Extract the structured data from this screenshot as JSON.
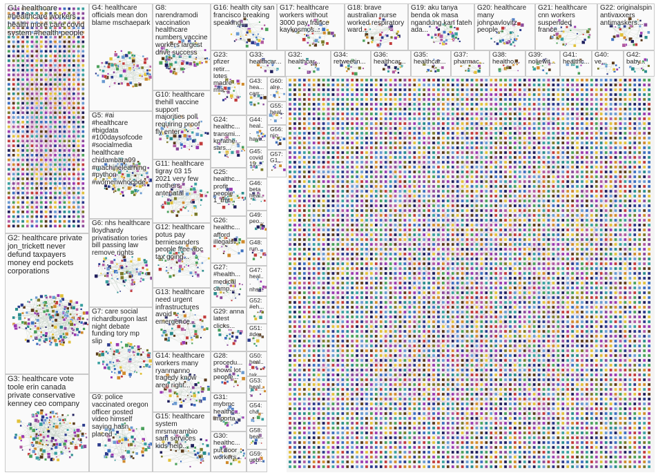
{
  "groups": [
    {
      "id": "G1",
      "text": "G1: healthcare #healthcare workers health more care covid system #health people"
    },
    {
      "id": "G2",
      "text": "G2: healthcare private jon_trickett never defund taxpayers money end pockets corporations"
    },
    {
      "id": "G3",
      "text": "G3: healthcare vote toole erin canada private conservative kenney ceo company"
    },
    {
      "id": "G4",
      "text": "G4: healthcare officials mean don blame mschaepark"
    },
    {
      "id": "G5",
      "text": "G5: #ai #healthcare #bigdata #100daysofcode #socialmedia healthcare chidambara09 #machinelearning #python #womenwhocode"
    },
    {
      "id": "G6",
      "text": "G6: nhs healthcare lloydhardy privatisation tories bill passing law remove rights"
    },
    {
      "id": "G7",
      "text": "G7: care social richardburgon last night debate funding tory mp slip"
    },
    {
      "id": "G8",
      "text": "G8: narendramodi vaccination healthcare numbers vaccine workers largest drive success"
    },
    {
      "id": "G9",
      "text": "G9: police vaccinated oregon officer posted video himself saying hasn placed"
    },
    {
      "id": "G10",
      "text": "G10: healthcare thehill vaccine support majorities poll requiring proof fly enter"
    },
    {
      "id": "G11",
      "text": "G11: healthcare tigray 03 15 2021 very few mothers antenatal"
    },
    {
      "id": "G12",
      "text": "G12: healthcare potus pay berniesanders people free aoc tax going..."
    },
    {
      "id": "G13",
      "text": "G13: healthcare need urgent infrastructures avoid emergence..."
    },
    {
      "id": "G14",
      "text": "G14: healthcare workers many ryanmanno tragedy know aren right..."
    },
    {
      "id": "G15",
      "text": "G15: healthcare system mrsmarambio sam services kids help..."
    },
    {
      "id": "G16",
      "text": "G16: health city san francisco breaking speaking..."
    },
    {
      "id": "G17",
      "text": "G17: healthcare workers without 3000 pay france kaykosmos..."
    },
    {
      "id": "G18",
      "text": "G18: brave australian nurse worked respiratory ward..."
    },
    {
      "id": "G19",
      "text": "G19: aku tanya benda ok masa ngandung kan fateh ada..."
    },
    {
      "id": "G20",
      "text": "G20: healthcare many johnpavlovitz people..."
    },
    {
      "id": "G21",
      "text": "G21: healthcare cnn workers suspended france..."
    },
    {
      "id": "G22",
      "text": "G22: originalspin antivaxxers antimaskers..."
    },
    {
      "id": "G23",
      "text": "G23: pfizer retir... lotes madre mia..."
    },
    {
      "id": "G24",
      "text": "G24: healthc... transmi... kprathe... sars..."
    },
    {
      "id": "G25",
      "text": "G25: healthc... profit people 1_tmt..."
    },
    {
      "id": "G26",
      "text": "G26: healthc... afford illegals..."
    },
    {
      "id": "G27",
      "text": "G27: #health... medical camp..."
    },
    {
      "id": "G28",
      "text": "G28: procedu... shows lot people..."
    },
    {
      "id": "G29",
      "text": "G29: anna latest clicks..."
    },
    {
      "id": "G30",
      "text": "G30: healthc... put floor workers..."
    },
    {
      "id": "G31",
      "text": "G31: mybmc healthc... importa..."
    },
    {
      "id": "G32",
      "text": "G32: healthcar..."
    },
    {
      "id": "G33",
      "text": "G33: healthcar..."
    },
    {
      "id": "G34",
      "text": "G34: retweetin..."
    },
    {
      "id": "G35",
      "text": "G35: healthcar..."
    },
    {
      "id": "G36",
      "text": "G36: healthcar..."
    },
    {
      "id": "G37",
      "text": "G37: pharmac..."
    },
    {
      "id": "G38",
      "text": "G38: healtho..."
    },
    {
      "id": "G39",
      "text": "G39: noliewit..."
    },
    {
      "id": "G40",
      "text": "G40: ve..."
    },
    {
      "id": "G41",
      "text": "G41: healthc..."
    },
    {
      "id": "G42",
      "text": "G42: baby..."
    },
    {
      "id": "G43",
      "text": "G43: hea... carr..."
    },
    {
      "id": "G44",
      "text": "G44: heal... havi..."
    },
    {
      "id": "G45",
      "text": "G45: covid 19..."
    },
    {
      "id": "G46",
      "text": "G46: beta heal..."
    },
    {
      "id": "G47",
      "text": "G47: heal... nhs..."
    },
    {
      "id": "G48",
      "text": "G48: run..."
    },
    {
      "id": "G49",
      "text": "G49: peo..."
    },
    {
      "id": "G50",
      "text": "G50: heal... tak..."
    },
    {
      "id": "G51",
      "text": "G51: #de..."
    },
    {
      "id": "G52",
      "text": "G52: #eh..."
    },
    {
      "id": "G53",
      "text": "G53: heal..."
    },
    {
      "id": "G54",
      "text": "G54: cha..."
    },
    {
      "id": "G55",
      "text": "G55: heal..."
    },
    {
      "id": "G56",
      "text": "G56: nic..."
    },
    {
      "id": "G57",
      "text": "G57: G1..."
    },
    {
      "id": "G58",
      "text": "G58: heal..."
    },
    {
      "id": "G59",
      "text": "G59: uob..."
    },
    {
      "id": "G60",
      "text": "G60: alre..."
    }
  ],
  "palette": [
    "#2b3a8c",
    "#3c6fbf",
    "#4aa05a",
    "#9a3ab0",
    "#d08a2c",
    "#c23b3b",
    "#2a8c8c",
    "#7a7a2a",
    "#5a3a1a",
    "#1f1f5c",
    "#b05aa0",
    "#6a9ad0",
    "#3aa0a0",
    "#e0c03a",
    "#8a4a9a"
  ]
}
